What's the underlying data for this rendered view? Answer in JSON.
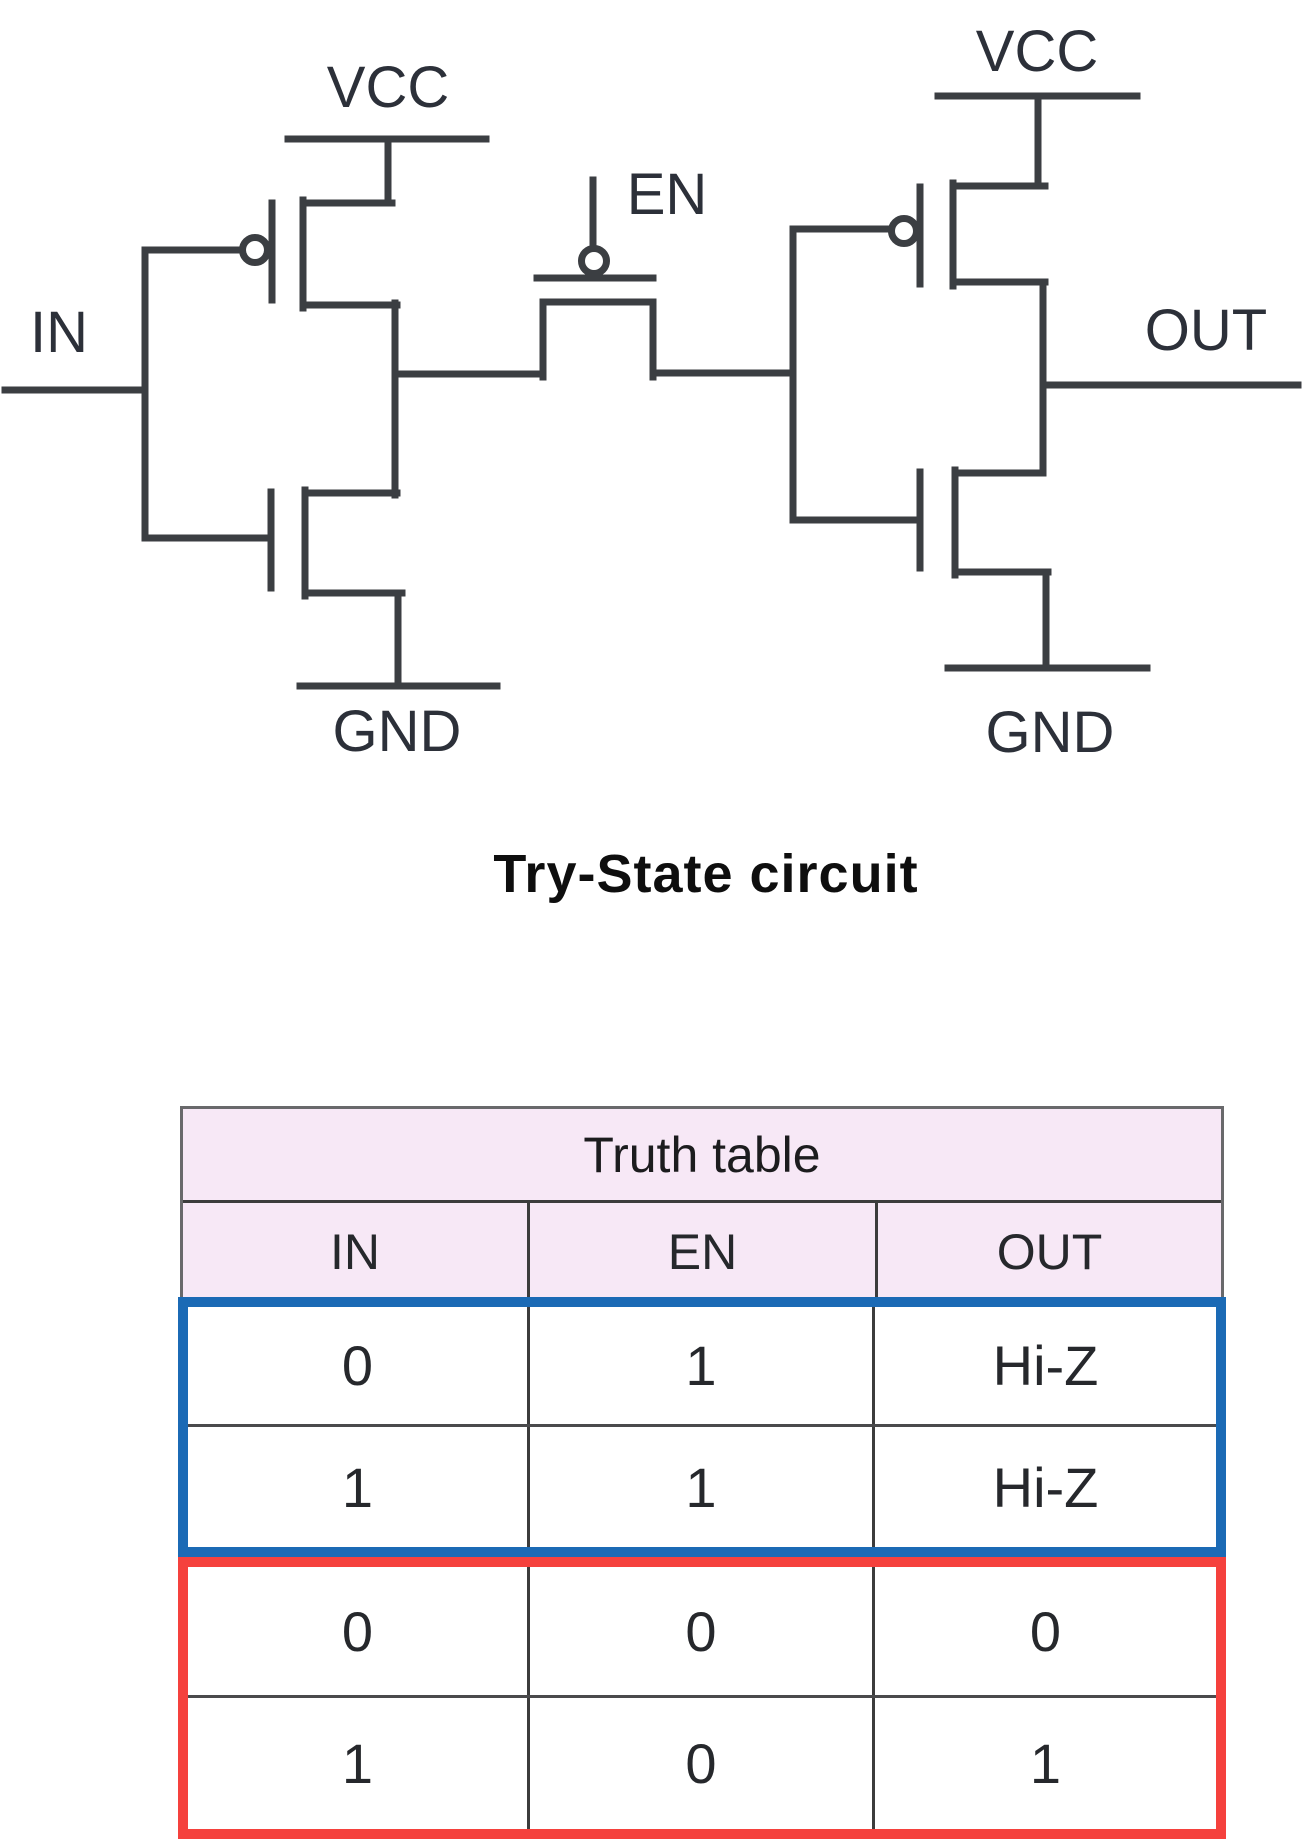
{
  "circuit": {
    "caption": "Try-State circuit",
    "labels": {
      "in": "IN",
      "out": "OUT",
      "en": "EN",
      "vcc_left": "VCC",
      "vcc_right": "VCC",
      "gnd_left": "GND",
      "gnd_right": "GND"
    },
    "line_color": "#3b3e42"
  },
  "truth_table": {
    "title": "Truth table",
    "columns": [
      "IN",
      "EN",
      "OUT"
    ],
    "rows": [
      [
        "0",
        "1",
        "Hi-Z"
      ],
      [
        "1",
        "1",
        "Hi-Z"
      ],
      [
        "0",
        "0",
        "0"
      ],
      [
        "1",
        "0",
        "1"
      ]
    ],
    "header_bg": "#f7e8f6",
    "hi_z_highlight_color": "#1b6ab5",
    "active_highlight_color": "#f5413d"
  }
}
